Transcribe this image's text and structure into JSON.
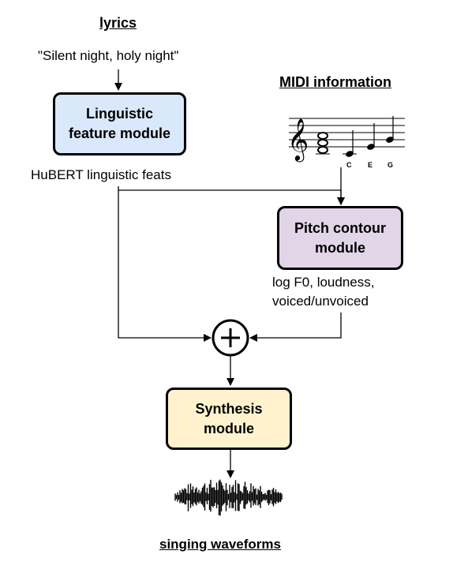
{
  "inputs": {
    "lyrics_heading": "lyrics",
    "lyrics_text": "\"Silent night, holy night\"",
    "midi_heading": "MIDI information"
  },
  "modules": {
    "linguistic": {
      "label": "Linguistic\nfeature module",
      "fill": "#dae8fc"
    },
    "pitch": {
      "label": "Pitch contour\nmodule",
      "fill": "#e1d5e7"
    },
    "synthesis": {
      "label": "Synthesis\nmodule",
      "fill": "#fff2cc"
    }
  },
  "edges": {
    "hubert_label": "HuBERT linguistic feats",
    "pitch_out_line1": "log F0, loudness,",
    "pitch_out_line2": "voiced/unvoiced"
  },
  "staff_notes": {
    "c": "C",
    "e": "E",
    "g": "G"
  },
  "output": {
    "heading": "singing waveforms"
  }
}
